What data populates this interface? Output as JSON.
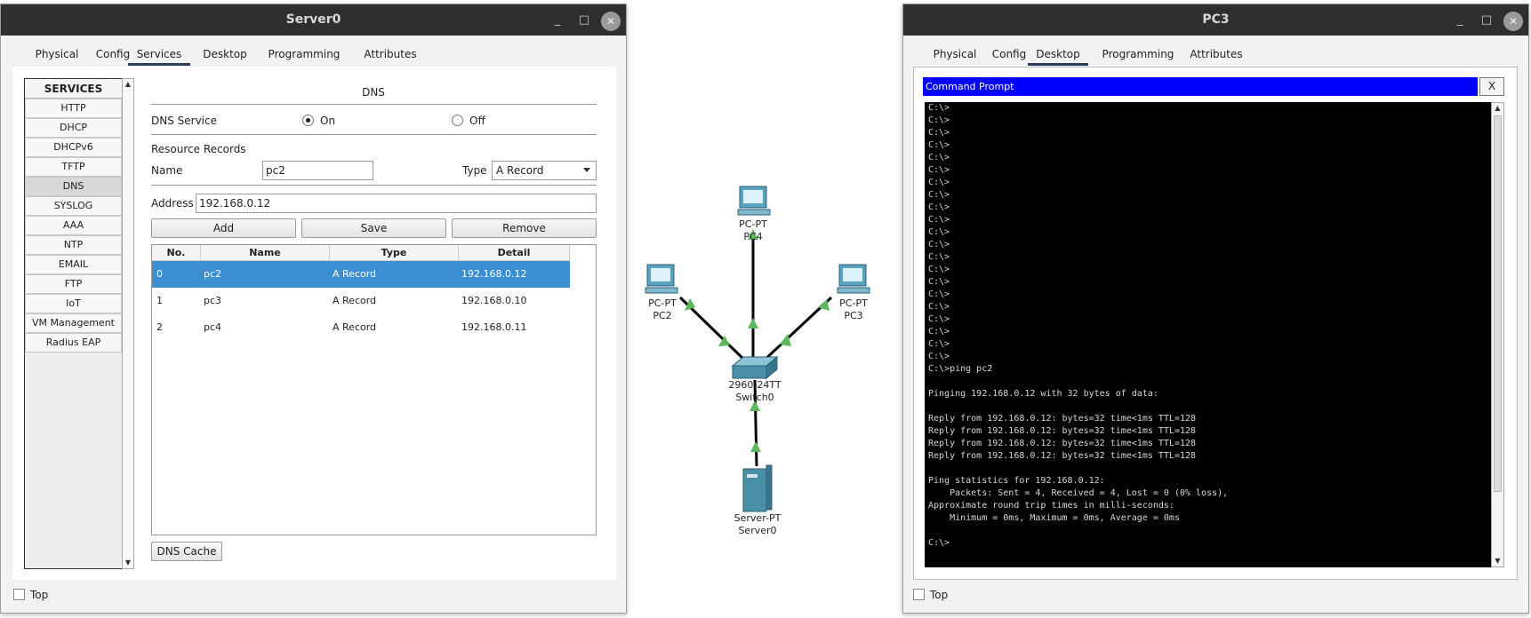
{
  "server_window": {
    "title": "Server0",
    "controls": {
      "minimize": "_",
      "maximize": "□",
      "close": "✕"
    },
    "tabs": [
      "Physical",
      "Config",
      "Services",
      "Desktop",
      "Programming",
      "Attributes"
    ],
    "active_tab": "Services",
    "services_header": "SERVICES",
    "services": [
      "HTTP",
      "DHCP",
      "DHCPv6",
      "TFTP",
      "DNS",
      "SYSLOG",
      "AAA",
      "NTP",
      "EMAIL",
      "FTP",
      "IoT",
      "VM Management",
      "Radius EAP"
    ],
    "selected_service": "DNS",
    "dns": {
      "section_title": "DNS",
      "service_label": "DNS Service",
      "on_label": "On",
      "off_label": "Off",
      "service_state": "On",
      "resource_records_label": "Resource Records",
      "name_label": "Name",
      "name_value": "pc2",
      "type_label": "Type",
      "type_value": "A Record",
      "address_label": "Address",
      "address_value": "192.168.0.12",
      "add_button": "Add",
      "save_button": "Save",
      "remove_button": "Remove",
      "columns": [
        "No.",
        "Name",
        "Type",
        "Detail"
      ],
      "records": [
        {
          "no": "0",
          "name": "pc2",
          "type": "A Record",
          "detail": "192.168.0.12"
        },
        {
          "no": "1",
          "name": "pc3",
          "type": "A Record",
          "detail": "192.168.0.10"
        },
        {
          "no": "2",
          "name": "pc4",
          "type": "A Record",
          "detail": "192.168.0.11"
        }
      ],
      "selected_record": "0",
      "cache_button": "DNS Cache"
    },
    "top_checkbox_label": "Top"
  },
  "pc_window": {
    "title": "PC3",
    "controls": {
      "minimize": "_",
      "maximize": "□",
      "close": "✕"
    },
    "tabs": [
      "Physical",
      "Config",
      "Desktop",
      "Programming",
      "Attributes"
    ],
    "active_tab": "Desktop",
    "prompt_title": "Command Prompt",
    "prompt_close": "X",
    "terminal_lines": [
      "C:\\>",
      "C:\\>",
      "C:\\>",
      "C:\\>",
      "C:\\>",
      "C:\\>",
      "C:\\>",
      "C:\\>",
      "C:\\>",
      "C:\\>",
      "C:\\>",
      "C:\\>",
      "C:\\>",
      "C:\\>",
      "C:\\>",
      "C:\\>",
      "C:\\>",
      "C:\\>",
      "C:\\>",
      "C:\\>",
      "C:\\>",
      "C:\\>ping pc2",
      "",
      "Pinging 192.168.0.12 with 32 bytes of data:",
      "",
      "Reply from 192.168.0.12: bytes=32 time<1ms TTL=128",
      "Reply from 192.168.0.12: bytes=32 time<1ms TTL=128",
      "Reply from 192.168.0.12: bytes=32 time<1ms TTL=128",
      "Reply from 192.168.0.12: bytes=32 time<1ms TTL=128",
      "",
      "Ping statistics for 192.168.0.12:",
      "    Packets: Sent = 4, Received = 4, Lost = 0 (0% loss),",
      "Approximate round trip times in milli-seconds:",
      "    Minimum = 0ms, Maximum = 0ms, Average = 0ms",
      "",
      "C:\\>"
    ],
    "top_checkbox_label": "Top"
  },
  "topology": {
    "devices": [
      {
        "id": "pc4",
        "model": "PC-PT",
        "name": "PC4"
      },
      {
        "id": "pc2",
        "model": "PC-PT",
        "name": "PC2"
      },
      {
        "id": "pc3",
        "model": "PC-PT",
        "name": "PC3"
      },
      {
        "id": "switch0",
        "model": "2960-24TT",
        "name": "Switch0"
      },
      {
        "id": "server0",
        "model": "Server-PT",
        "name": "Server0"
      }
    ],
    "link_color": "#000000",
    "link_status_color": "#5cb85c",
    "device_color": "#4a8fa8"
  },
  "colors": {
    "titlebar": "#2f2f2f",
    "selection": "#3b8ed0",
    "prompt_bar": "#0000ff",
    "terminal_bg": "#000000"
  }
}
